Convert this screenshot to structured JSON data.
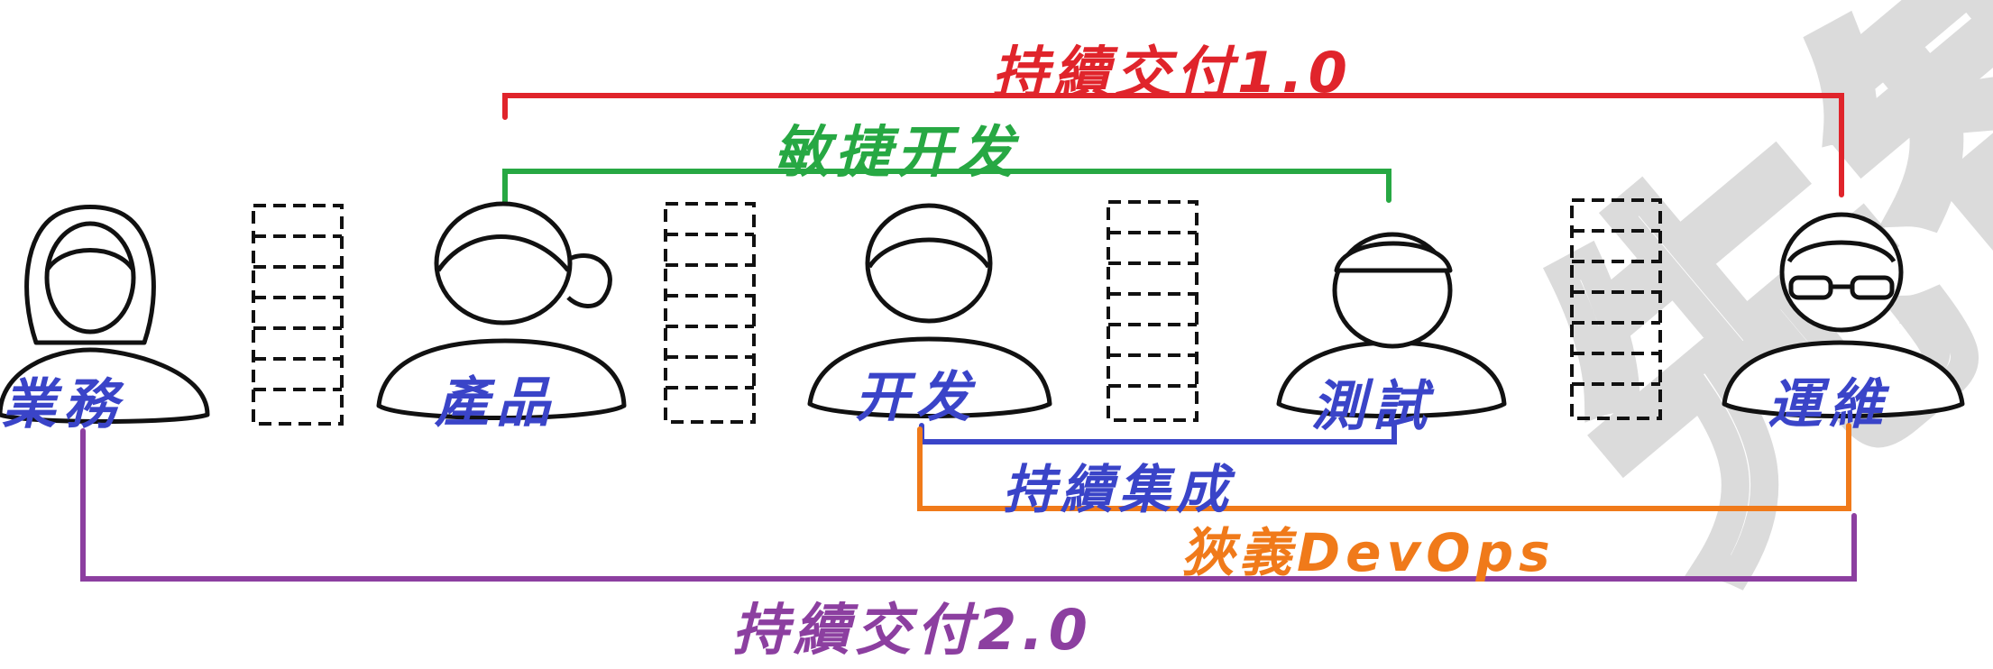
{
  "title": {
    "text": "持續交付1.0",
    "color": "#e0242b"
  },
  "bars": {
    "agile": {
      "text": "敏捷开发",
      "color": "#27a843"
    },
    "ci": {
      "text": "持續集成",
      "color": "#3a44c8"
    },
    "devops": {
      "text": "狹義DevOps",
      "color": "#f07a1a"
    },
    "cd2": {
      "text": "持續交付2.0",
      "color": "#8c3fa0"
    }
  },
  "roles": [
    {
      "key": "business",
      "label": "業務"
    },
    {
      "key": "product",
      "label": "產品"
    },
    {
      "key": "dev",
      "label": "开发"
    },
    {
      "key": "test",
      "label": "測試"
    },
    {
      "key": "ops",
      "label": "運維"
    }
  ],
  "watermark": {
    "text": "先智"
  }
}
